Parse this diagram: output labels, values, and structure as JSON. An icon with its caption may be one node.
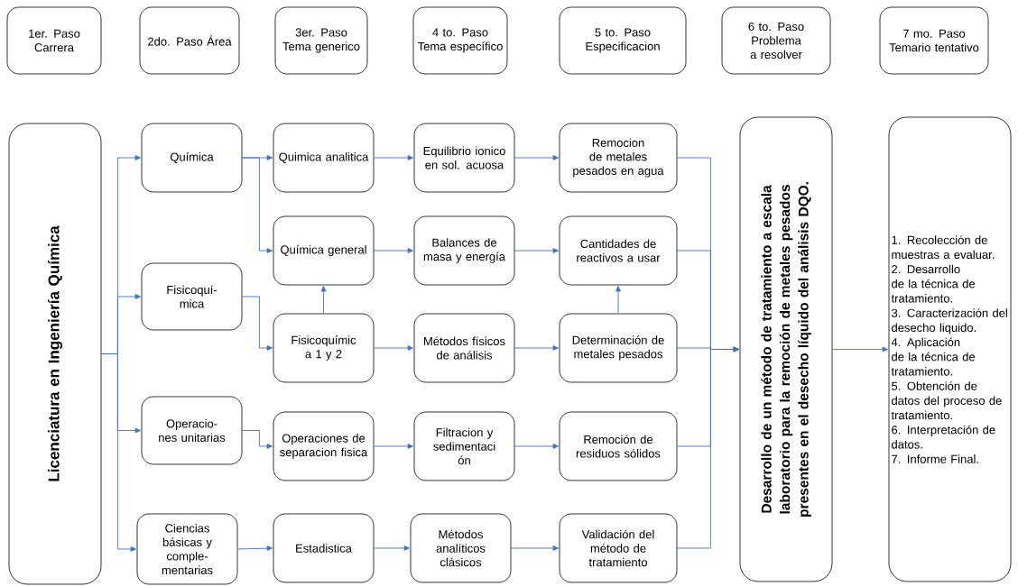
{
  "diagram": {
    "nodes": [
      {
        "text": [
          "1er. Paso Carrera"
        ]
      },
      {
        "text": [
          "2do. Paso Área"
        ]
      },
      {
        "text": [
          "3er. Paso Tema generico"
        ]
      },
      {
        "text": [
          "4 to. Paso Tema específico"
        ]
      },
      {
        "text": [
          "5 to. Paso Especificacion"
        ]
      },
      {
        "text": [
          "6 to. Paso Problema a resolver"
        ]
      },
      {
        "text": [
          "7 mo. Paso Temario tentativo"
        ]
      },
      {
        "text": [
          "Licenciatura en Ingeniería Química"
        ]
      },
      {
        "text": [
          "Química"
        ]
      },
      {
        "text": [
          "Fisicoquí- mica"
        ]
      },
      {
        "text": [
          "Operacio- nes unitarias"
        ]
      },
      {
        "text": [
          "Ciencias básicas y comple- mentarias"
        ]
      },
      {
        "text": [
          "Quimica analitica"
        ]
      },
      {
        "text": [
          "Química general"
        ]
      },
      {
        "text": [
          "Fisicoquímic a 1 y 2"
        ]
      },
      {
        "text": [
          "Operaciones de separacion fisica"
        ]
      },
      {
        "text": [
          "Estadistica"
        ]
      },
      {
        "text": [
          "Equilibrio ionico en sol. acuosa"
        ]
      },
      {
        "text": [
          "Balances de masa y energía"
        ]
      },
      {
        "text": [
          "Métodos físicos de análisis"
        ]
      },
      {
        "text": [
          "Filtracion y sedimentaci ón"
        ]
      },
      {
        "text": [
          "Métodos analíticos clásicos"
        ]
      },
      {
        "text": [
          "Remocion de metales pesados en agua"
        ]
      },
      {
        "text": [
          "Cantidades de reactivos a usar"
        ]
      },
      {
        "text": [
          "Determinación de metales pesados"
        ]
      },
      {
        "text": [
          "Remoción de residuos sólidos"
        ]
      },
      {
        "text": [
          "Validación del método de tratamiento"
        ]
      },
      {
        "text": [
          "Desarrollo de un método de tratamiento a escala laboratorio para la remoción de metales pesados presentes en el desecho líquido del análisis DQO."
        ]
      },
      {
        "text": [
          "1. Recolección de muestras a evaluar.",
          "2. Desarrollo de la técnica de tratamiento.",
          "3. Caracterización del desecho liquido.",
          "4. Aplicación de la técnica de tratamiento.",
          "5. Obtención de datos del proceso de tratamiento.",
          "6. Interpretación de datos.",
          "7. Informe Final."
        ]
      }
    ],
    "edges": [
      {
        "from": 7,
        "to": 8,
        "arrow": "to"
      },
      {
        "from": 7,
        "to": 9,
        "arrow": "to"
      },
      {
        "from": 7,
        "to": 10,
        "arrow": "to"
      },
      {
        "from": 7,
        "to": 11,
        "arrow": "to"
      },
      {
        "from": 8,
        "to": 12,
        "arrow": "to"
      },
      {
        "from": 8,
        "to": 13,
        "arrow": "to"
      },
      {
        "from": 9,
        "to": 14,
        "arrow": "to"
      },
      {
        "from": 10,
        "to": 15,
        "arrow": "to"
      },
      {
        "from": 11,
        "to": 16,
        "arrow": "to"
      },
      {
        "from": 14,
        "to": 13,
        "arrow": "to"
      },
      {
        "from": 12,
        "to": 17,
        "arrow": "to"
      },
      {
        "from": 13,
        "to": 18,
        "arrow": "to"
      },
      {
        "from": 14,
        "to": 19,
        "arrow": "to"
      },
      {
        "from": 15,
        "to": 20,
        "arrow": "to"
      },
      {
        "from": 16,
        "to": 21,
        "arrow": "to"
      },
      {
        "from": 17,
        "to": 22,
        "arrow": "to"
      },
      {
        "from": 18,
        "to": 23,
        "arrow": "to"
      },
      {
        "from": 19,
        "to": 24,
        "arrow": "to"
      },
      {
        "from": 20,
        "to": 25,
        "arrow": "to"
      },
      {
        "from": 21,
        "to": 26,
        "arrow": "to"
      },
      {
        "from": 24,
        "to": 23,
        "arrow": "to"
      },
      {
        "from": 22,
        "to": 27,
        "arrow": "to"
      },
      {
        "from": 23,
        "to": 27,
        "arrow": "to"
      },
      {
        "from": 24,
        "to": 27,
        "arrow": "to"
      },
      {
        "from": 25,
        "to": 27,
        "arrow": "to"
      },
      {
        "from": 26,
        "to": 27,
        "arrow": "to"
      },
      {
        "from": 27,
        "to": 28,
        "arrow": "to"
      }
    ]
  }
}
